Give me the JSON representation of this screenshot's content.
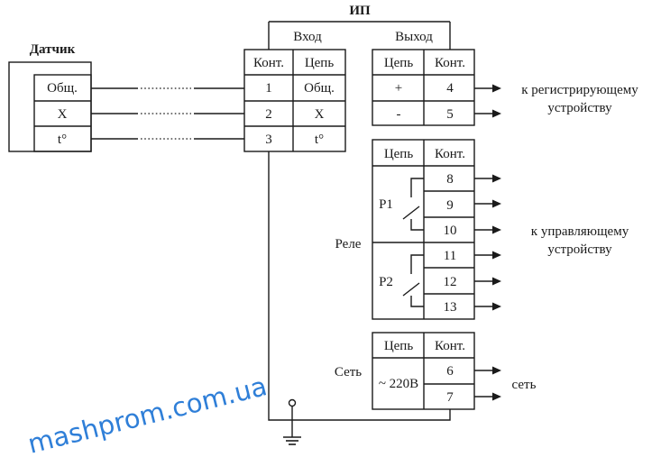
{
  "sensor": {
    "title": "Датчик",
    "rows": [
      "Общ.",
      "X",
      "t°"
    ]
  },
  "device": {
    "title": "ИП",
    "input_label": "Вход",
    "output_label": "Выход"
  },
  "input_block": {
    "headers": [
      "Конт.",
      "Цепь"
    ],
    "rows": [
      [
        "1",
        "Общ."
      ],
      [
        "2",
        "X"
      ],
      [
        "3",
        "t°"
      ]
    ]
  },
  "output_block": {
    "headers": [
      "Цепь",
      "Конт."
    ],
    "rows": [
      [
        "+",
        "4"
      ],
      [
        "-",
        "5"
      ]
    ],
    "target": [
      "к регистрирующему",
      "устройству"
    ]
  },
  "relay_block": {
    "label": "Реле",
    "headers": [
      "Цепь",
      "Конт."
    ],
    "relays": [
      {
        "name": "Р1",
        "contacts": [
          "8",
          "9",
          "10"
        ]
      },
      {
        "name": "Р2",
        "contacts": [
          "11",
          "12",
          "13"
        ]
      }
    ],
    "target": [
      "к управляющему",
      "устройству"
    ]
  },
  "power_block": {
    "label": "Сеть",
    "headers": [
      "Цепь",
      "Конт."
    ],
    "circuit": "~ 220В",
    "contacts": [
      "6",
      "7"
    ],
    "target": "сеть"
  },
  "watermark": "mashprom.com.ua"
}
